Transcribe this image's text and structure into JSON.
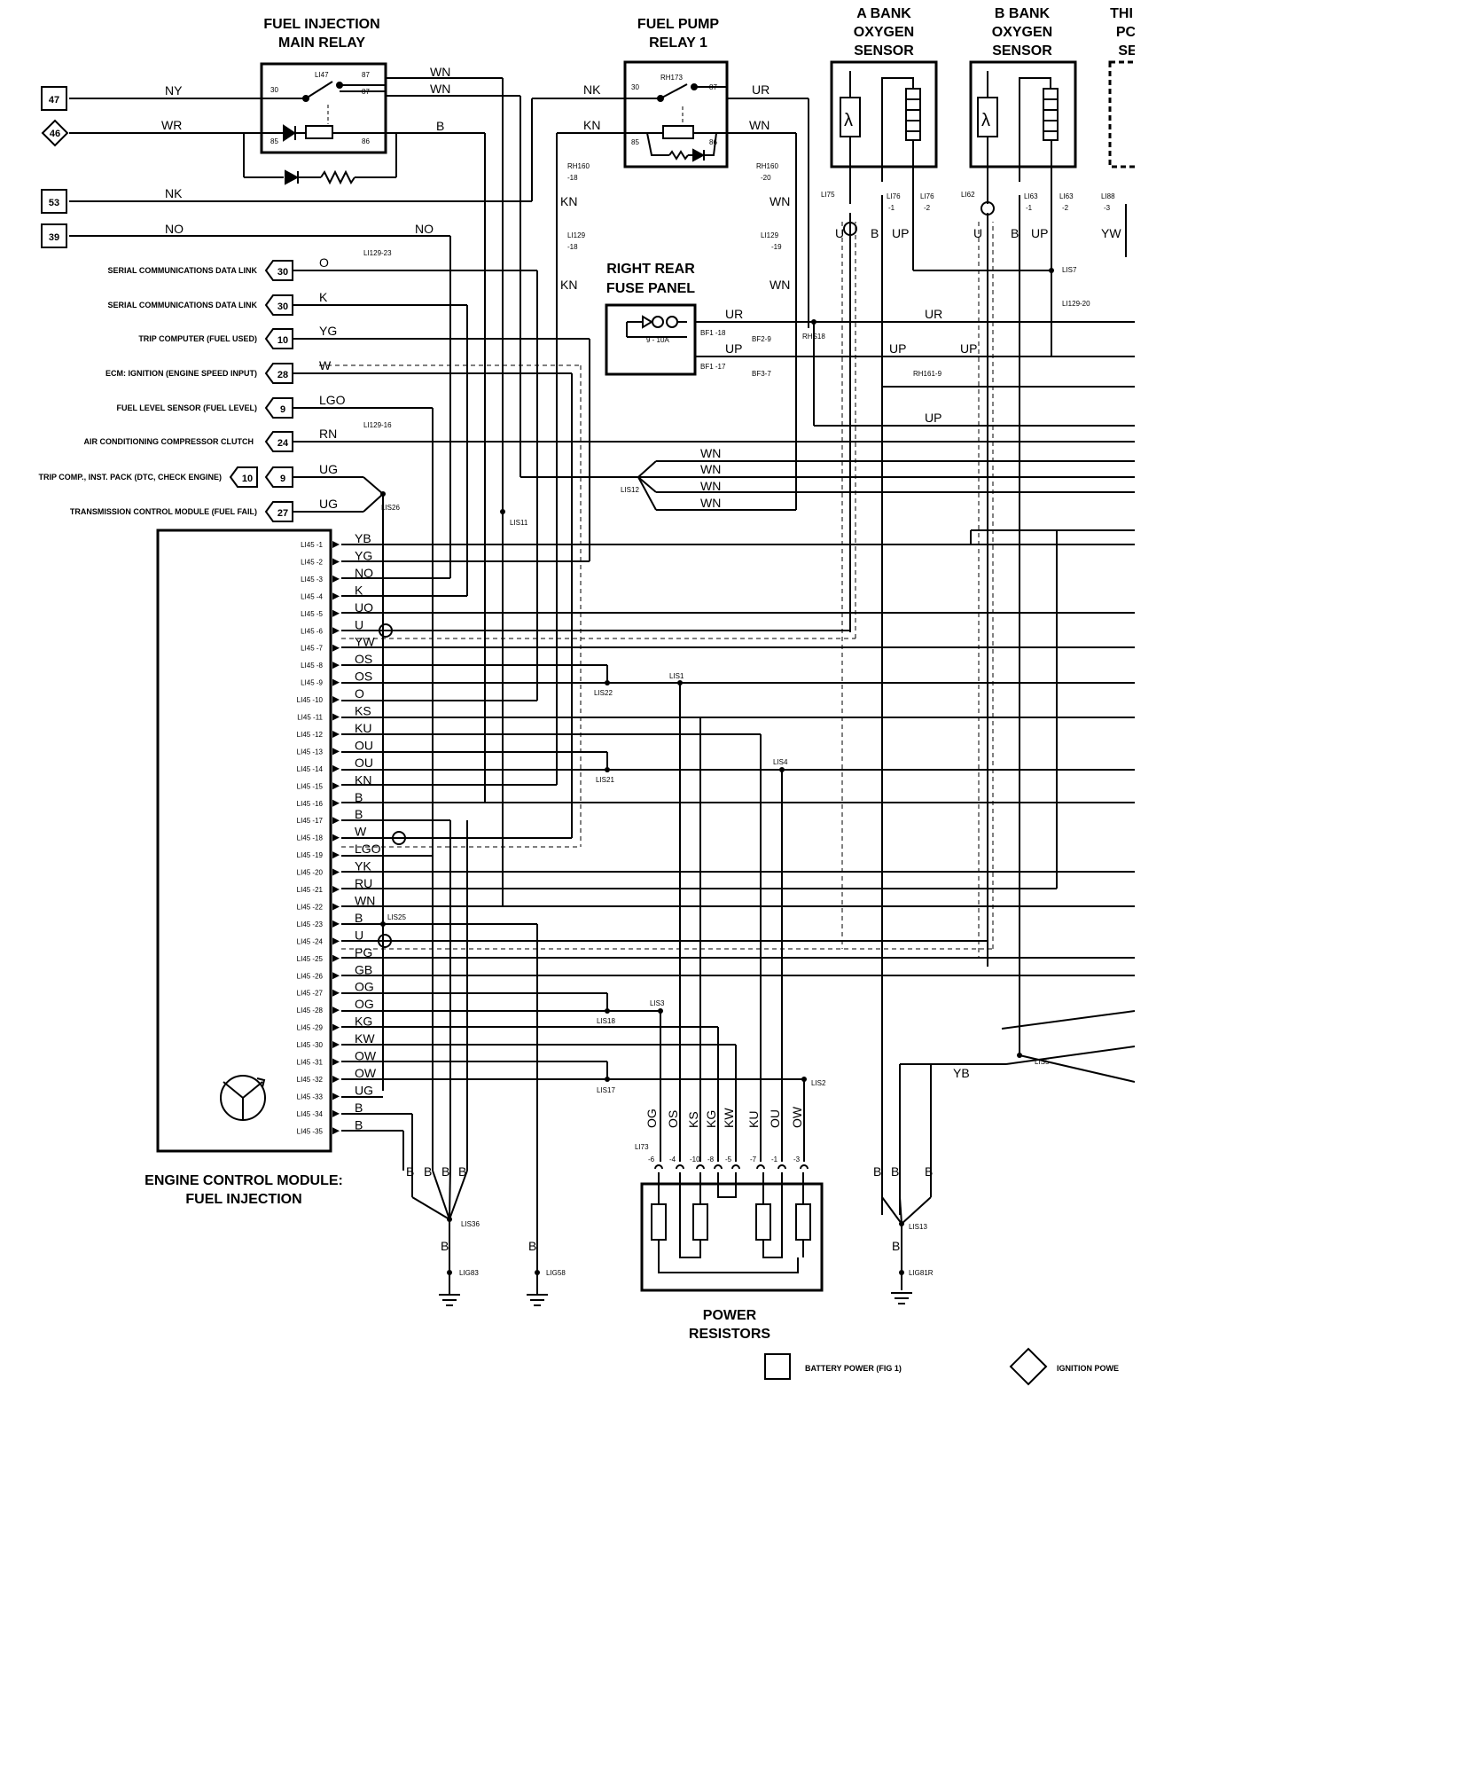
{
  "titles": {
    "main_relay": [
      "FUEL INJECTION",
      "MAIN RELAY"
    ],
    "pump_relay": [
      "FUEL PUMP",
      "RELAY 1"
    ],
    "a_bank": [
      "A BANK",
      "OXYGEN",
      "SENSOR"
    ],
    "b_bank": [
      "B BANK",
      "OXYGEN",
      "SENSOR"
    ],
    "third": [
      "THI",
      "PC",
      "SE"
    ],
    "fuse_panel": [
      "RIGHT REAR",
      "FUSE PANEL"
    ],
    "ecm": [
      "ENGINE CONTROL MODULE:",
      "FUEL INJECTION"
    ],
    "power_resistors": [
      "POWER",
      "RESISTORS"
    ]
  },
  "legend": {
    "battery": "BATTERY POWER (FIG 1)",
    "ignition": "IGNITION POWE"
  },
  "left_circuits": [
    {
      "id": "47",
      "shape": "box",
      "wire": "NY",
      "label": ""
    },
    {
      "id": "46",
      "shape": "diamond",
      "wire": "WR",
      "label": ""
    },
    {
      "id": "53",
      "shape": "box",
      "wire": "NK",
      "label": ""
    },
    {
      "id": "39",
      "shape": "box",
      "wire": "NO",
      "label": ""
    },
    {
      "id": "30",
      "shape": "arrow",
      "wire": "O",
      "label": "SERIAL COMMUNICATIONS DATA LINK"
    },
    {
      "id": "30",
      "shape": "arrow",
      "wire": "K",
      "label": "SERIAL COMMUNICATIONS DATA LINK"
    },
    {
      "id": "10",
      "shape": "arrow",
      "wire": "YG",
      "label": "TRIP COMPUTER (FUEL USED)"
    },
    {
      "id": "28",
      "shape": "arrow",
      "wire": "W",
      "label": "ECM: IGNITION (ENGINE SPEED INPUT)"
    },
    {
      "id": "9",
      "shape": "arrow",
      "wire": "LGO",
      "label": "FUEL LEVEL SENSOR (FUEL LEVEL)"
    },
    {
      "id": "24",
      "shape": "arrow",
      "wire": "RN",
      "label": "AIR CONDITIONING COMPRESSOR CLUTCH"
    },
    {
      "id": "9",
      "shape": "arrow",
      "wire": "UG",
      "label": "TRIP COMP., INST. PACK (DTC, CHECK ENGINE)",
      "extra": "10"
    },
    {
      "id": "27",
      "shape": "arrow",
      "wire": "UG",
      "label": "TRANSMISSION CONTROL MODULE (FUEL FAIL)"
    }
  ],
  "ecm_pins": [
    {
      "pin": "LI45 -1",
      "wire": "YB"
    },
    {
      "pin": "LI45 -2",
      "wire": "YG"
    },
    {
      "pin": "LI45 -3",
      "wire": "NO"
    },
    {
      "pin": "LI45 -4",
      "wire": "K"
    },
    {
      "pin": "LI45 -5",
      "wire": "UO"
    },
    {
      "pin": "LI45 -6",
      "wire": "U"
    },
    {
      "pin": "LI45 -7",
      "wire": "YW"
    },
    {
      "pin": "LI45 -8",
      "wire": "OS"
    },
    {
      "pin": "LI45 -9",
      "wire": "OS"
    },
    {
      "pin": "LI45 -10",
      "wire": "O"
    },
    {
      "pin": "LI45 -11",
      "wire": "KS"
    },
    {
      "pin": "LI45 -12",
      "wire": "KU"
    },
    {
      "pin": "LI45 -13",
      "wire": "OU"
    },
    {
      "pin": "LI45 -14",
      "wire": "OU"
    },
    {
      "pin": "LI45 -15",
      "wire": "KN"
    },
    {
      "pin": "LI45 -16",
      "wire": "B"
    },
    {
      "pin": "LI45 -17",
      "wire": "B"
    },
    {
      "pin": "LI45 -18",
      "wire": "W"
    },
    {
      "pin": "LI45 -19",
      "wire": "LGO"
    },
    {
      "pin": "LI45 -20",
      "wire": "YK"
    },
    {
      "pin": "LI45 -21",
      "wire": "RU"
    },
    {
      "pin": "LI45 -22",
      "wire": "WN"
    },
    {
      "pin": "LI45 -23",
      "wire": "B"
    },
    {
      "pin": "LI45 -24",
      "wire": "U"
    },
    {
      "pin": "LI45 -25",
      "wire": "PG"
    },
    {
      "pin": "LI45 -26",
      "wire": "GB"
    },
    {
      "pin": "LI45 -27",
      "wire": "OG"
    },
    {
      "pin": "LI45 -28",
      "wire": "OG"
    },
    {
      "pin": "LI45 -29",
      "wire": "KG"
    },
    {
      "pin": "LI45 -30",
      "wire": "KW"
    },
    {
      "pin": "LI45 -31",
      "wire": "OW"
    },
    {
      "pin": "LI45 -32",
      "wire": "OW"
    },
    {
      "pin": "LI45 -33",
      "wire": "UG"
    },
    {
      "pin": "LI45 -34",
      "wire": "B"
    },
    {
      "pin": "LI45 -35",
      "wire": "B"
    }
  ],
  "main_relay": {
    "id": "LI47",
    "pins": [
      "30",
      "87",
      "87",
      "85",
      "86"
    ],
    "out_wires": [
      "WN",
      "WN",
      "B"
    ]
  },
  "pump_relay": {
    "id": "RH173",
    "pins": [
      "30",
      "87",
      "85",
      "86"
    ],
    "in_wires": [
      "NK",
      "KN"
    ],
    "out_wires": [
      "UR",
      "WN"
    ]
  },
  "fuse": {
    "value": "9 - 10A",
    "pin_a": "BF1 -18",
    "pin_b": "BF1 -17",
    "wire_a": "UR",
    "wire_b": "UP",
    "conn_a": "BF2-9",
    "conn_b": "BF3-7"
  },
  "connectors": {
    "rh160_18": [
      "RH160",
      "-18"
    ],
    "rh160_20": [
      "RH160",
      "-20"
    ],
    "li129_18": [
      "LI129",
      "-18"
    ],
    "li129_19": [
      "LI129",
      "-19"
    ],
    "li129_23": "LI129-23",
    "li129_16": "LI129-16",
    "li129_20": "LI129-20",
    "rh161_9": "RH161-9",
    "rhs18": "RHS18",
    "li75": "LI75",
    "li76_1": [
      "LI76",
      "-1"
    ],
    "li76_2": [
      "LI76",
      "-2"
    ],
    "li62": "LI62",
    "li63_1": [
      "LI63",
      "-1"
    ],
    "li63_2": [
      "LI63",
      "-2"
    ],
    "li88_3": [
      "LI88",
      "-3"
    ],
    "lis7": "LIS7",
    "lis12": "LIS12",
    "lis26": "LIS26",
    "lis11": "LIS11",
    "lis1": "LIS1",
    "lis22": "LIS22",
    "lis4": "LIS4",
    "lis21": "LIS21",
    "lis25": "LIS25",
    "lis3": "LIS3",
    "lis18": "LIS18",
    "lis2": "LIS2",
    "lis17": "LIS17",
    "lis5": "LIS5",
    "lis36": "LIS36",
    "lis13": "LIS13",
    "li73": "LI73",
    "lig83": "LIG83",
    "lig58": "LIG58",
    "lig81r": "LIG81R"
  },
  "resistor_pins": [
    "-6",
    "-4",
    "-10",
    "-8",
    "-5",
    "-7",
    "-1",
    "-3"
  ],
  "resistor_wires": [
    "OG",
    "OS",
    "KS",
    "KG",
    "KW",
    "KU",
    "OU",
    "OW"
  ],
  "sensor_wires": {
    "a_bank": [
      "U",
      "B",
      "UP"
    ],
    "b_bank": [
      "U",
      "B",
      "UP"
    ],
    "third": "YW"
  },
  "misc_wires": {
    "wn_fan": [
      "WN",
      "WN",
      "WN",
      "WN"
    ],
    "ur": "UR",
    "up": "UP",
    "up2": "UP",
    "up3": "UP",
    "kn": "KN",
    "kn2": "KN",
    "wn": "WN",
    "wn2": "WN",
    "no": "NO",
    "yb": "YB",
    "gnd_b": [
      "B",
      "B",
      "B",
      "B"
    ],
    "gnd_b2": "B",
    "gnd_b3": "B",
    "gnd_b4": [
      "B",
      "B",
      "B"
    ],
    "gnd_b5": "B"
  }
}
